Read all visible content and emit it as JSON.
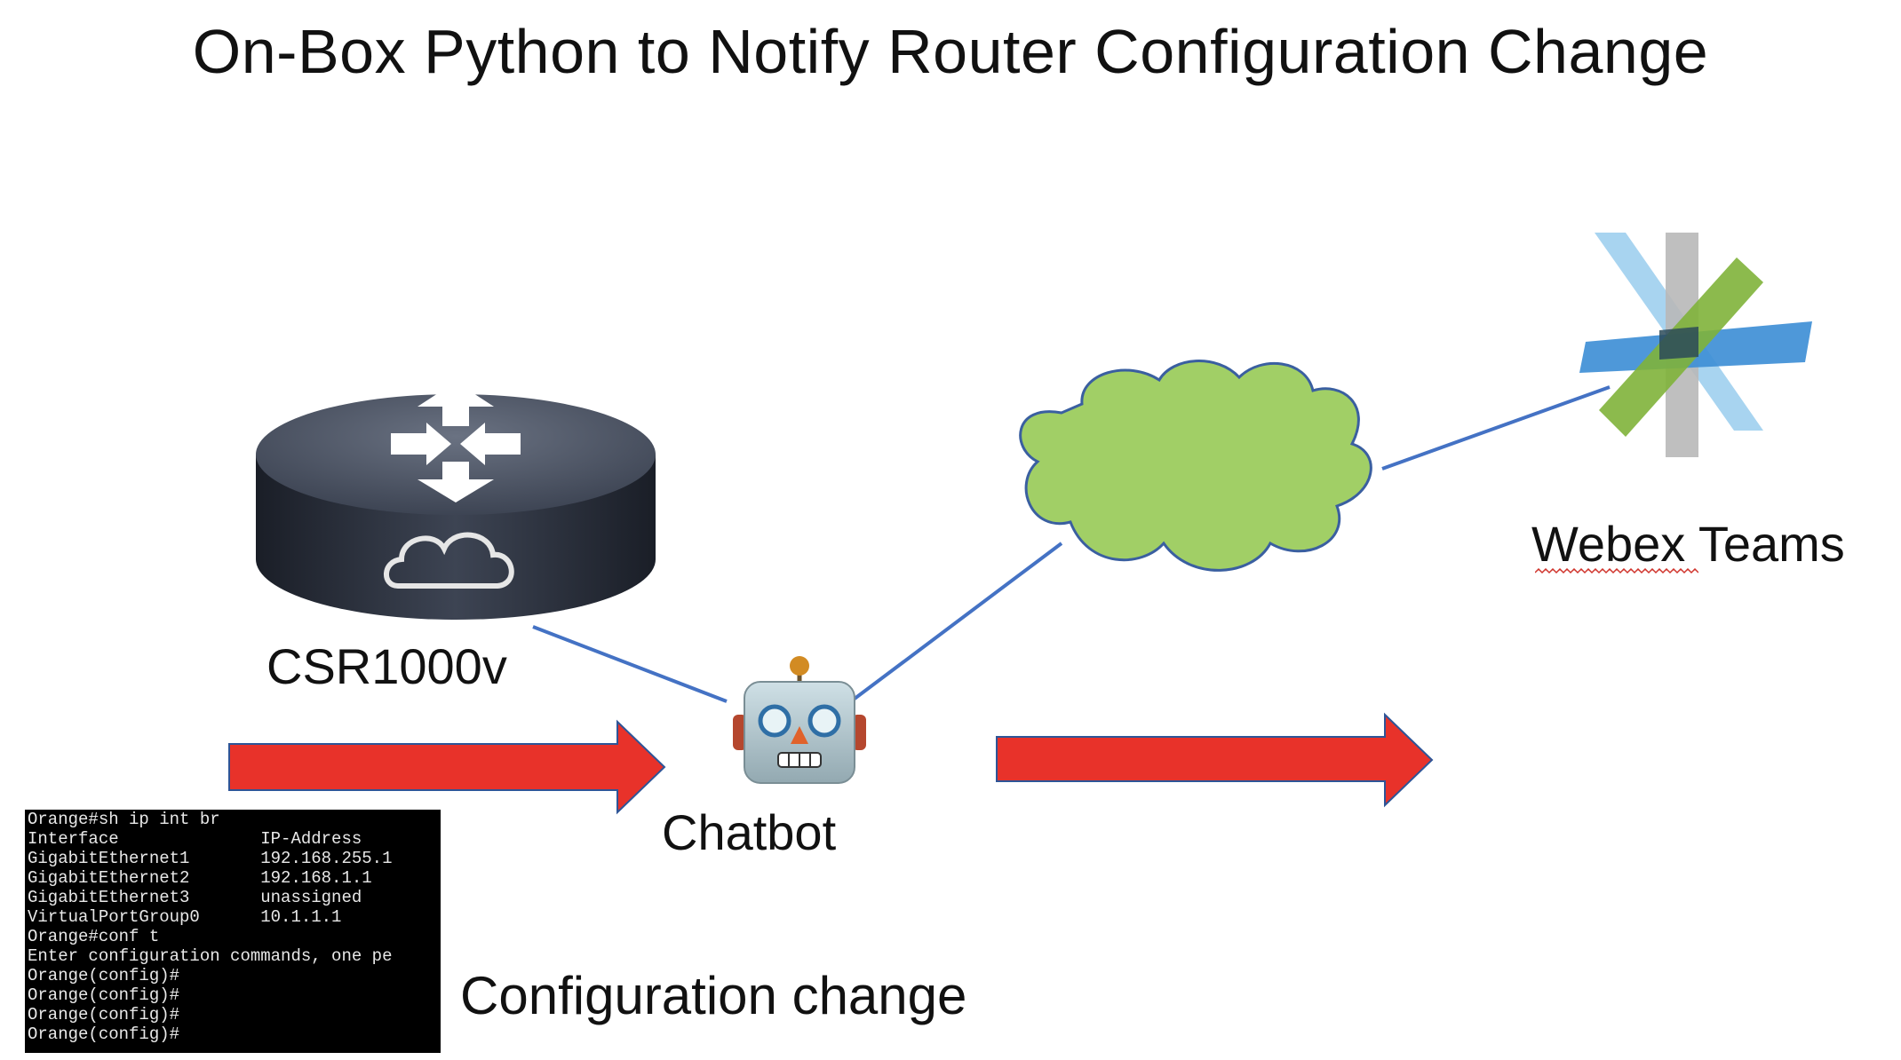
{
  "title": "On-Box Python to Notify Router Configuration Change",
  "nodes": {
    "router": {
      "label": "CSR1000v",
      "icon": "router-icon"
    },
    "chatbot": {
      "label": "Chatbot",
      "icon": "robot-icon"
    },
    "cloud": {
      "icon": "cloud-icon"
    },
    "webex": {
      "label": "Webex Teams",
      "icon": "webex-teams-icon"
    }
  },
  "terminal": {
    "lines": [
      "Orange#sh ip int br",
      "Interface              IP-Address",
      "GigabitEthernet1       192.168.255.1",
      "GigabitEthernet2       192.168.1.1",
      "GigabitEthernet3       unassigned",
      "VirtualPortGroup0      10.1.1.1",
      "Orange#conf t",
      "Enter configuration commands, one pe",
      "Orange(config)#",
      "Orange(config)#",
      "Orange(config)#",
      "Orange(config)#"
    ]
  },
  "caption": "Configuration change",
  "colors": {
    "arrow": "#e8322a",
    "connector": "#4472c4",
    "cloud_fill": "#a1cf66",
    "router_body": "#3a4150",
    "webex_blue": "#3f8fd6",
    "webex_green": "#7fb23a",
    "webex_gray": "#b8b8b8",
    "webex_lightblue": "#9fcfee"
  }
}
